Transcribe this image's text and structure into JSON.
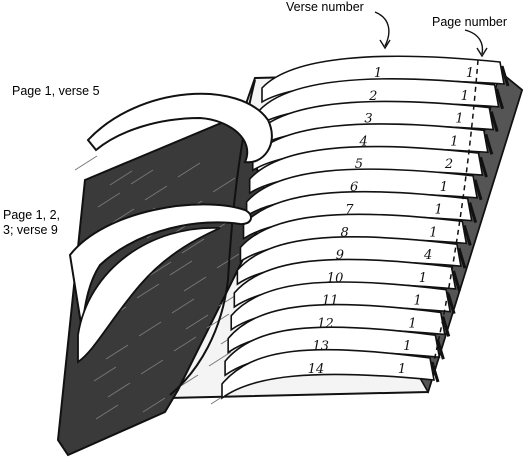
{
  "labels": {
    "verse_number": "Verse number",
    "page_number": "Page number",
    "page1_verse5": "Page 1, verse 5",
    "page123_verse9": "Page 1, 2, 3; verse 9"
  },
  "strips": [
    {
      "verse": "1",
      "page": "1"
    },
    {
      "verse": "2",
      "page": "1"
    },
    {
      "verse": "3",
      "page": "1"
    },
    {
      "verse": "4",
      "page": "1"
    },
    {
      "verse": "5",
      "page": "2"
    },
    {
      "verse": "6",
      "page": "1"
    },
    {
      "verse": "7",
      "page": "1"
    },
    {
      "verse": "8",
      "page": "1"
    },
    {
      "verse": "9",
      "page": "4"
    },
    {
      "verse": "10",
      "page": "1"
    },
    {
      "verse": "11",
      "page": "1"
    },
    {
      "verse": "12",
      "page": "1"
    },
    {
      "verse": "13",
      "page": "1"
    },
    {
      "verse": "14",
      "page": "1"
    }
  ]
}
